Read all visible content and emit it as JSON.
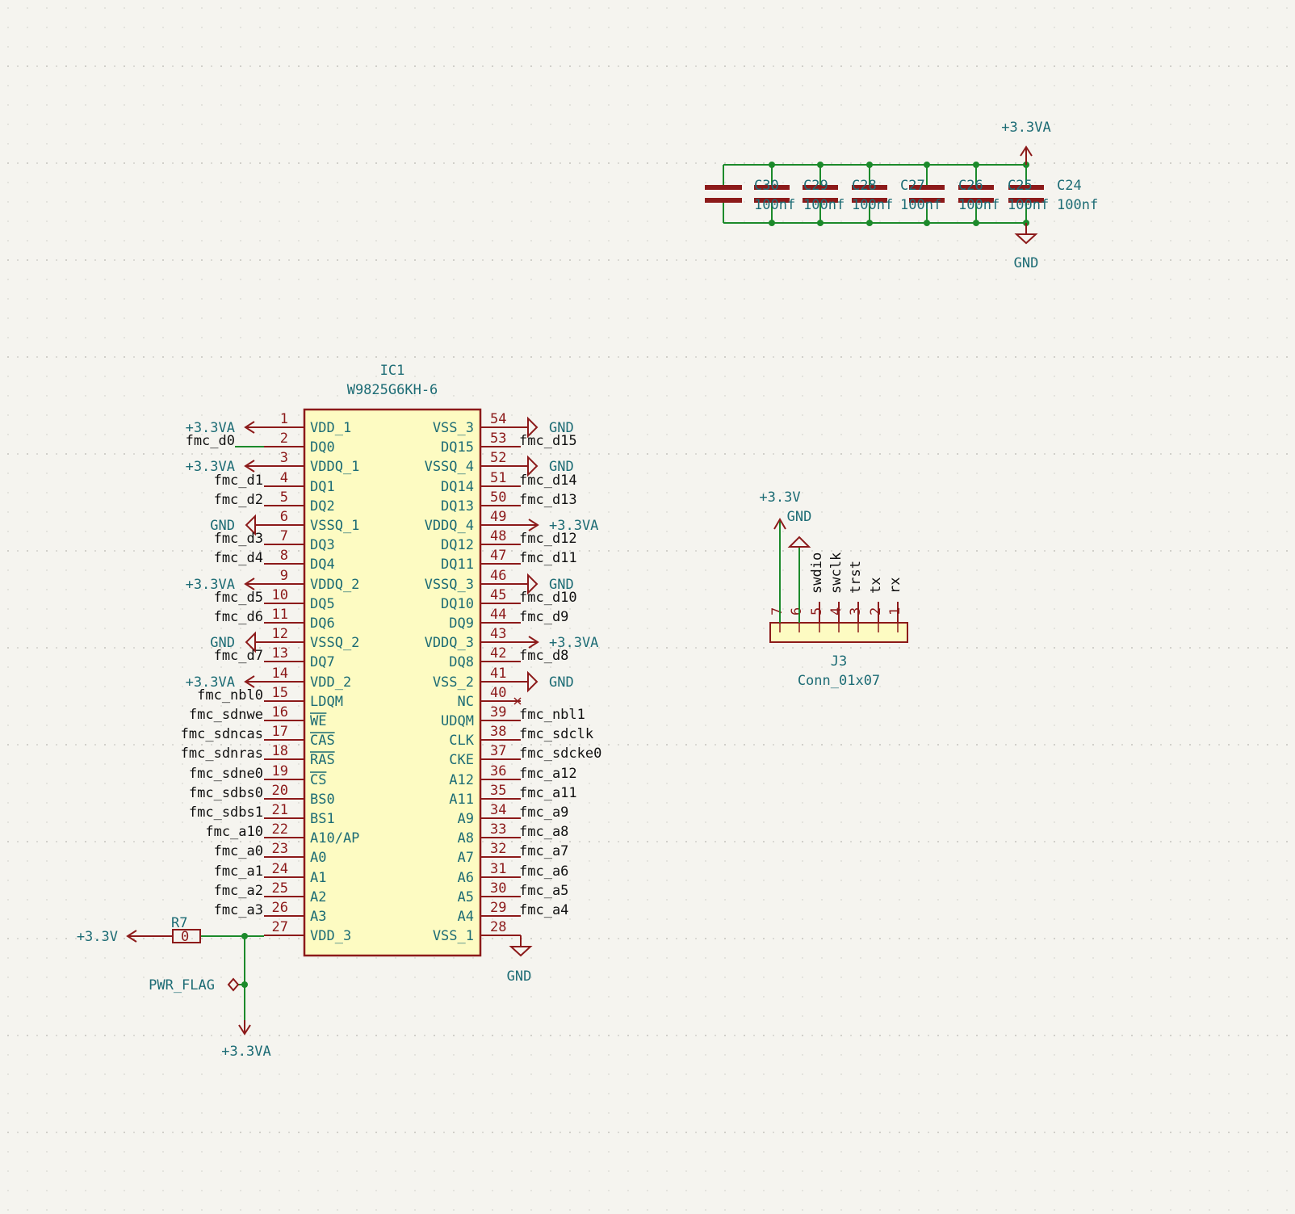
{
  "accent": {
    "pin": "#8c1a1a",
    "label": "#1d6c75",
    "wire": "#1c8a2b",
    "body_fill": "#fdfbc2",
    "background": "#f5f4ef"
  },
  "ic1": {
    "ref": "IC1",
    "value": "W9825G6KH-6",
    "left_pins": [
      {
        "num": "1",
        "name": "VDD_1",
        "net": "+3.3VA",
        "kind": "power"
      },
      {
        "num": "2",
        "name": "DQ0",
        "net": "fmc_d0",
        "kind": "net"
      },
      {
        "num": "3",
        "name": "VDDQ_1",
        "net": "+3.3VA",
        "kind": "power"
      },
      {
        "num": "4",
        "name": "DQ1",
        "net": "fmc_d1",
        "kind": "net"
      },
      {
        "num": "5",
        "name": "DQ2",
        "net": "fmc_d2",
        "kind": "net"
      },
      {
        "num": "6",
        "name": "VSSQ_1",
        "net": "GND",
        "kind": "gnd"
      },
      {
        "num": "7",
        "name": "DQ3",
        "net": "fmc_d3",
        "kind": "net"
      },
      {
        "num": "8",
        "name": "DQ4",
        "net": "fmc_d4",
        "kind": "net"
      },
      {
        "num": "9",
        "name": "VDDQ_2",
        "net": "+3.3VA",
        "kind": "power"
      },
      {
        "num": "10",
        "name": "DQ5",
        "net": "fmc_d5",
        "kind": "net"
      },
      {
        "num": "11",
        "name": "DQ6",
        "net": "fmc_d6",
        "kind": "net"
      },
      {
        "num": "12",
        "name": "VSSQ_2",
        "net": "GND",
        "kind": "gnd"
      },
      {
        "num": "13",
        "name": "DQ7",
        "net": "fmc_d7",
        "kind": "net"
      },
      {
        "num": "14",
        "name": "VDD_2",
        "net": "+3.3VA",
        "kind": "power"
      },
      {
        "num": "15",
        "name": "LDQM",
        "net": "fmc_nbl0",
        "kind": "net"
      },
      {
        "num": "16",
        "name": "WE",
        "net": "fmc_sdnwe",
        "kind": "net",
        "overline": true
      },
      {
        "num": "17",
        "name": "CAS",
        "net": "fmc_sdncas",
        "kind": "net",
        "overline": true
      },
      {
        "num": "18",
        "name": "RAS",
        "net": "fmc_sdnras",
        "kind": "net",
        "overline": true
      },
      {
        "num": "19",
        "name": "CS",
        "net": "fmc_sdne0",
        "kind": "net",
        "overline": true
      },
      {
        "num": "20",
        "name": "BS0",
        "net": "fmc_sdbs0",
        "kind": "net"
      },
      {
        "num": "21",
        "name": "BS1",
        "net": "fmc_sdbs1",
        "kind": "net"
      },
      {
        "num": "22",
        "name": "A10/AP",
        "net": "fmc_a10",
        "kind": "net"
      },
      {
        "num": "23",
        "name": "A0",
        "net": "fmc_a0",
        "kind": "net"
      },
      {
        "num": "24",
        "name": "A1",
        "net": "fmc_a1",
        "kind": "net"
      },
      {
        "num": "25",
        "name": "A2",
        "net": "fmc_a2",
        "kind": "net"
      },
      {
        "num": "26",
        "name": "A3",
        "net": "fmc_a3",
        "kind": "net"
      },
      {
        "num": "27",
        "name": "VDD_3",
        "net": "",
        "kind": "wire"
      }
    ],
    "right_pins": [
      {
        "num": "54",
        "name": "VSS_3",
        "net": "GND",
        "kind": "gnd"
      },
      {
        "num": "53",
        "name": "DQ15",
        "net": "fmc_d15",
        "kind": "net"
      },
      {
        "num": "52",
        "name": "VSSQ_4",
        "net": "GND",
        "kind": "gnd"
      },
      {
        "num": "51",
        "name": "DQ14",
        "net": "fmc_d14",
        "kind": "net"
      },
      {
        "num": "50",
        "name": "DQ13",
        "net": "fmc_d13",
        "kind": "net"
      },
      {
        "num": "49",
        "name": "VDDQ_4",
        "net": "+3.3VA",
        "kind": "power"
      },
      {
        "num": "48",
        "name": "DQ12",
        "net": "fmc_d12",
        "kind": "net"
      },
      {
        "num": "47",
        "name": "DQ11",
        "net": "fmc_d11",
        "kind": "net"
      },
      {
        "num": "46",
        "name": "VSSQ_3",
        "net": "GND",
        "kind": "gnd"
      },
      {
        "num": "45",
        "name": "DQ10",
        "net": "fmc_d10",
        "kind": "net"
      },
      {
        "num": "44",
        "name": "DQ9",
        "net": "fmc_d9",
        "kind": "net"
      },
      {
        "num": "43",
        "name": "VDDQ_3",
        "net": "+3.3VA",
        "kind": "power"
      },
      {
        "num": "42",
        "name": "DQ8",
        "net": "fmc_d8",
        "kind": "net"
      },
      {
        "num": "41",
        "name": "VSS_2",
        "net": "GND",
        "kind": "gnd"
      },
      {
        "num": "40",
        "name": "NC",
        "net": "",
        "kind": "nc"
      },
      {
        "num": "39",
        "name": "UDQM",
        "net": "fmc_nbl1",
        "kind": "net"
      },
      {
        "num": "38",
        "name": "CLK",
        "net": "fmc_sdclk",
        "kind": "net"
      },
      {
        "num": "37",
        "name": "CKE",
        "net": "fmc_sdcke0",
        "kind": "net"
      },
      {
        "num": "36",
        "name": "A12",
        "net": "fmc_a12",
        "kind": "net"
      },
      {
        "num": "35",
        "name": "A11",
        "net": "fmc_a11",
        "kind": "net"
      },
      {
        "num": "34",
        "name": "A9",
        "net": "fmc_a9",
        "kind": "net"
      },
      {
        "num": "33",
        "name": "A8",
        "net": "fmc_a8",
        "kind": "net"
      },
      {
        "num": "32",
        "name": "A7",
        "net": "fmc_a7",
        "kind": "net"
      },
      {
        "num": "31",
        "name": "A6",
        "net": "fmc_a6",
        "kind": "net"
      },
      {
        "num": "30",
        "name": "A5",
        "net": "fmc_a5",
        "kind": "net"
      },
      {
        "num": "29",
        "name": "A4",
        "net": "fmc_a4",
        "kind": "net"
      },
      {
        "num": "28",
        "name": "VSS_1",
        "net": "GND",
        "kind": "gnd-down"
      }
    ]
  },
  "r7": {
    "ref": "R7",
    "value": "0",
    "left_net": "+3.3V",
    "flag": "PWR_FLAG",
    "bottom_net": "+3.3VA",
    "gnd28": "GND"
  },
  "caps": {
    "top_net": "+3.3VA",
    "bottom_net": "GND",
    "items": [
      {
        "ref": "C30",
        "value": "100nf"
      },
      {
        "ref": "C29",
        "value": "100nf"
      },
      {
        "ref": "C28",
        "value": "100nf"
      },
      {
        "ref": "C27",
        "value": "100nf"
      },
      {
        "ref": "C26",
        "value": "100nf"
      },
      {
        "ref": "C25",
        "value": "100nf"
      },
      {
        "ref": "C24",
        "value": "100nf"
      }
    ]
  },
  "j3": {
    "ref": "J3",
    "value": "Conn_01x07",
    "pwr_label": "+3.3V",
    "gnd_label": "GND",
    "pins": [
      {
        "num": "7",
        "net": ""
      },
      {
        "num": "6",
        "net": ""
      },
      {
        "num": "5",
        "net": "swdio"
      },
      {
        "num": "4",
        "net": "swclk"
      },
      {
        "num": "3",
        "net": "trst"
      },
      {
        "num": "2",
        "net": "tx"
      },
      {
        "num": "1",
        "net": "rx"
      }
    ]
  }
}
